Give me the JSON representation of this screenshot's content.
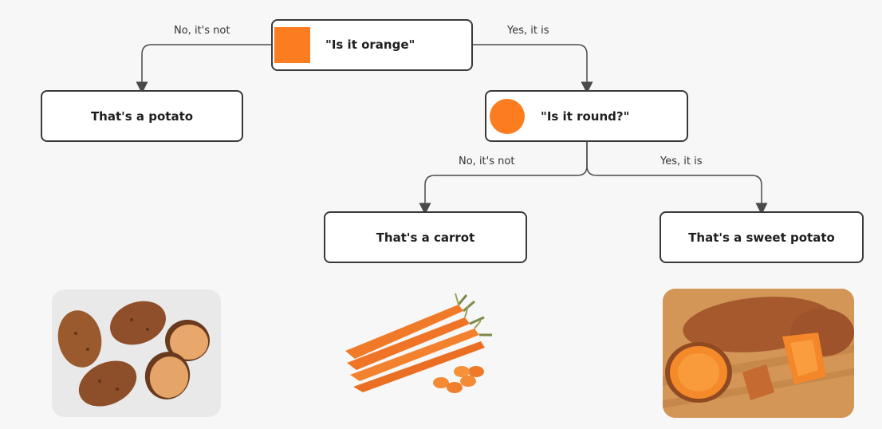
{
  "nodes": {
    "root": {
      "label": "\"Is it orange\""
    },
    "potato": {
      "label": "That's a potato"
    },
    "round": {
      "label": "\"Is it round?\""
    },
    "carrot": {
      "label": "That's a carrot"
    },
    "sweet_potato": {
      "label": "That's a sweet potato"
    }
  },
  "edges": {
    "root_no": "No, it's not",
    "root_yes": "Yes, it is",
    "round_no": "No, it's not",
    "round_yes": "Yes, it is"
  },
  "colors": {
    "accent_orange": "#fb7d20",
    "box_border": "#3a3a3a",
    "connector": "#4a4a4a"
  },
  "icons": {
    "root": "orange-square-icon",
    "round": "orange-circle-icon"
  },
  "photos": [
    "potato-photo",
    "carrot-photo",
    "sweet-potato-photo"
  ]
}
